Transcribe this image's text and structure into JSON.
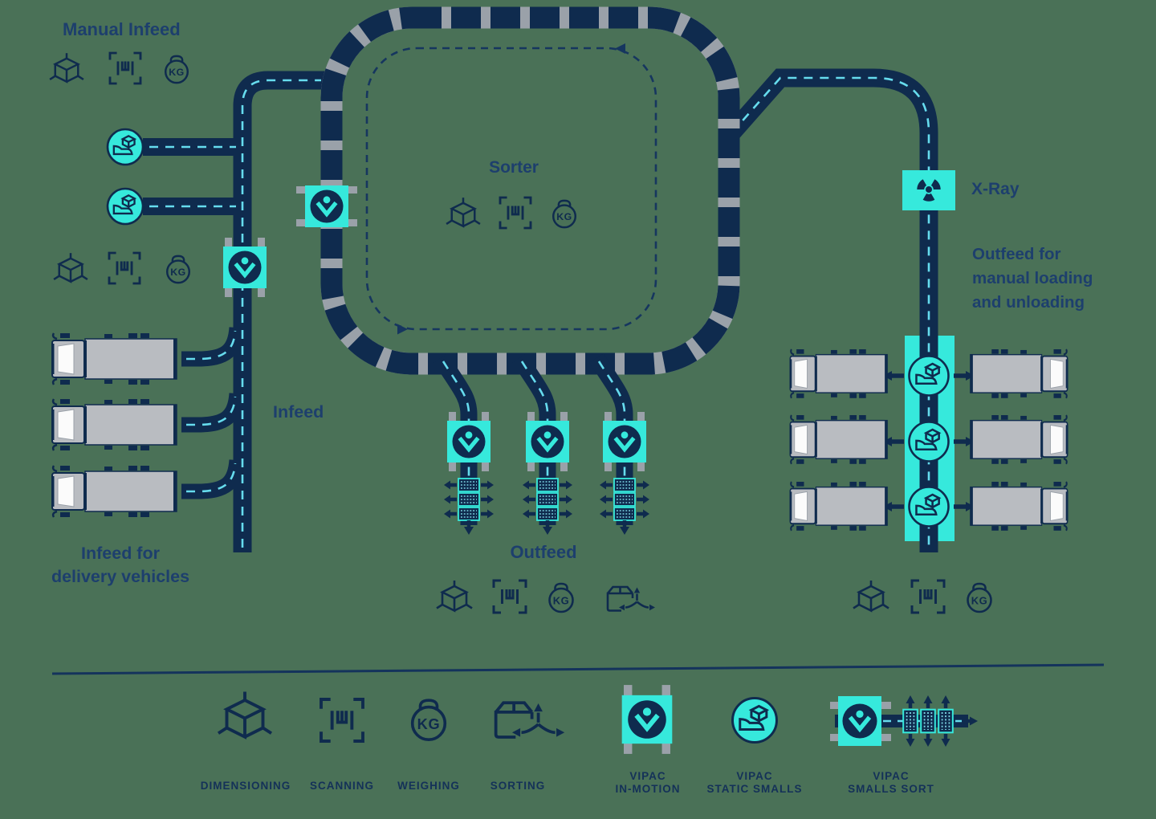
{
  "colors": {
    "background": "#4a7157",
    "navy": "#0f2b4e",
    "text_navy": "#1d3f6d",
    "teal": "#36e9dc",
    "slat_gray": "#9aa1a9",
    "truck_gray": "#b9bcc1",
    "dash_cyan": "#66dcee"
  },
  "labels": {
    "manual_infeed": "Manual Infeed",
    "sorter": "Sorter",
    "xray": "X-Ray",
    "outfeed_manual": "Outfeed for\nmanual loading\nand unloading",
    "infeed": "Infeed",
    "infeed_delivery": "Infeed for\ndelivery vehicles",
    "outfeed": "Outfeed",
    "kg": "KG"
  },
  "legend": {
    "items": [
      {
        "id": "dimensioning",
        "label": "DIMENSIONING"
      },
      {
        "id": "scanning",
        "label": "SCANNING"
      },
      {
        "id": "weighing",
        "label": "WEIGHING"
      },
      {
        "id": "sorting",
        "label": "SORTING"
      },
      {
        "id": "vipac-in-motion",
        "label": "VIPAC\nIN-MOTION"
      },
      {
        "id": "vipac-static-smalls",
        "label": "VIPAC\nSTATIC SMALLS"
      },
      {
        "id": "vipac-smalls-sort",
        "label": "VIPAC\nSMALLS SORT"
      }
    ]
  }
}
